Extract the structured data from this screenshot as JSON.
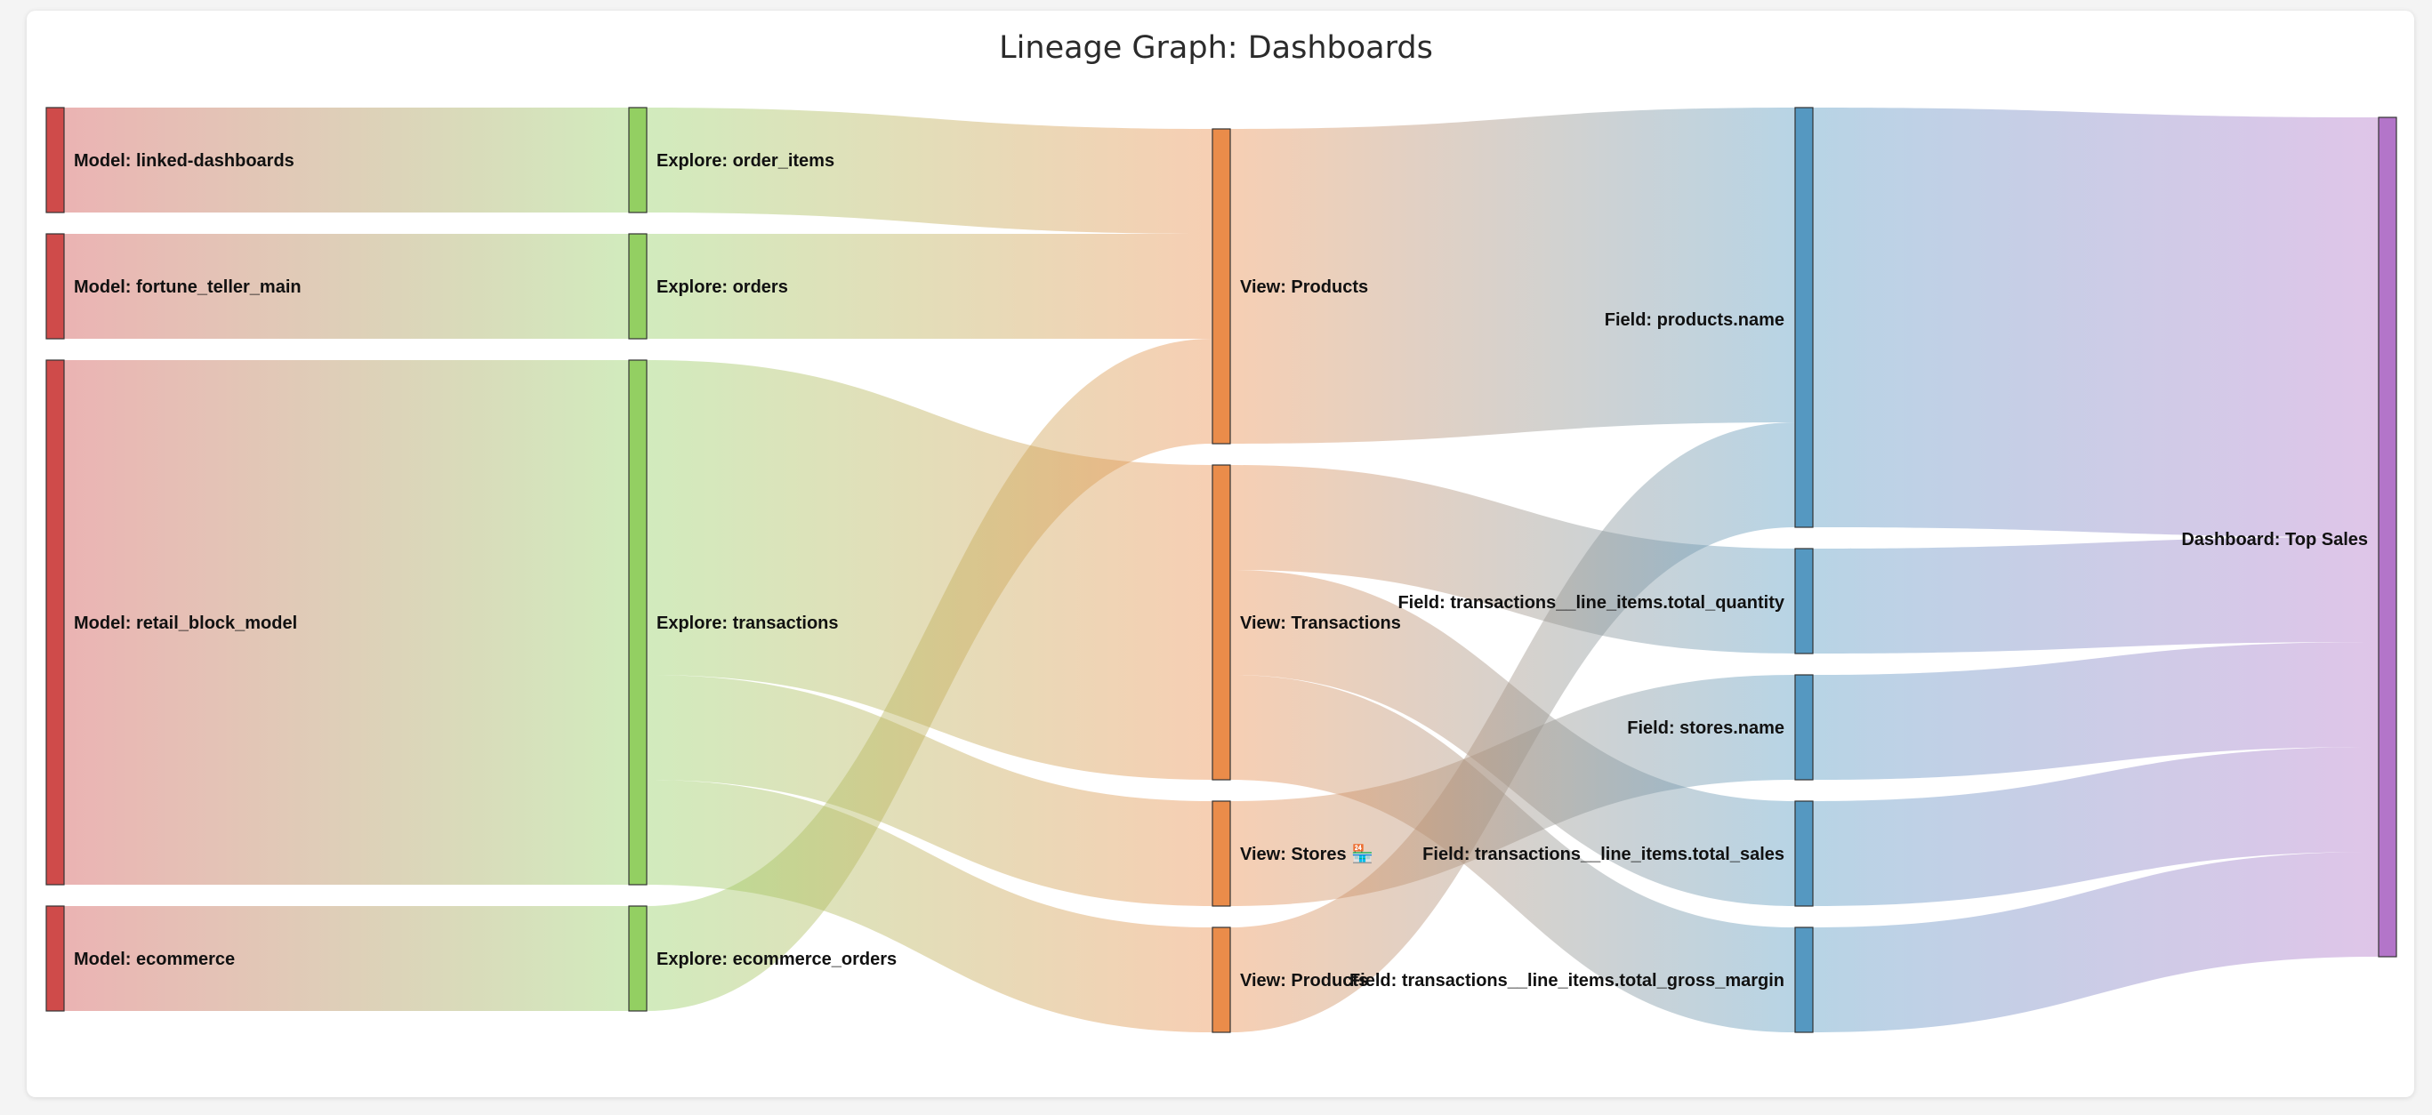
{
  "title": "Lineage Graph: Dashboards",
  "chart_data": {
    "type": "sankey",
    "columns": [
      {
        "color": "#cf4b4a",
        "nodes": [
          {
            "id": "m_linked",
            "label": "Model: linked-dashboards",
            "value": 1
          },
          {
            "id": "m_fortune",
            "label": "Model: fortune_teller_main",
            "value": 1
          },
          {
            "id": "m_retail",
            "label": "Model: retail_block_model",
            "value": 5
          },
          {
            "id": "m_ecom",
            "label": "Model: ecommerce",
            "value": 1
          }
        ]
      },
      {
        "color": "#93cf62",
        "nodes": [
          {
            "id": "e_order_items",
            "label": "Explore: order_items",
            "value": 1
          },
          {
            "id": "e_orders",
            "label": "Explore: orders",
            "value": 1
          },
          {
            "id": "e_trans",
            "label": "Explore: transactions",
            "value": 5
          },
          {
            "id": "e_ecom_orders",
            "label": "Explore: ecommerce_orders",
            "value": 1
          }
        ]
      },
      {
        "color": "#ea8c4a",
        "nodes": [
          {
            "id": "v_products",
            "label": "View: Products",
            "value": 3
          },
          {
            "id": "v_trans",
            "label": "View: Transactions",
            "value": 3
          },
          {
            "id": "v_stores",
            "label": "View: Stores 🏪",
            "value": 1
          },
          {
            "id": "v_products2",
            "label": "View: Products",
            "value": 1
          }
        ]
      },
      {
        "color": "#5598c1",
        "nodes": [
          {
            "id": "f_prod_name",
            "label": "Field: products.name",
            "value": 4
          },
          {
            "id": "f_qty",
            "label": "Field: transactions__line_items.total_quantity",
            "value": 1
          },
          {
            "id": "f_stores_name",
            "label": "Field: stores.name",
            "value": 1
          },
          {
            "id": "f_sales",
            "label": "Field: transactions__line_items.total_sales",
            "value": 1
          },
          {
            "id": "f_margin",
            "label": "Field: transactions__line_items.total_gross_margin",
            "value": 1
          }
        ]
      },
      {
        "color": "#b375c9",
        "nodes": [
          {
            "id": "d_top",
            "label": "Dashboard: Top Sales",
            "value": 8
          }
        ]
      }
    ],
    "links": [
      {
        "source": "m_linked",
        "target": "e_order_items",
        "value": 1
      },
      {
        "source": "m_fortune",
        "target": "e_orders",
        "value": 1
      },
      {
        "source": "m_retail",
        "target": "e_trans",
        "value": 5
      },
      {
        "source": "m_ecom",
        "target": "e_ecom_orders",
        "value": 1
      },
      {
        "source": "e_order_items",
        "target": "v_products",
        "value": 1
      },
      {
        "source": "e_orders",
        "target": "v_products",
        "value": 1
      },
      {
        "source": "e_trans",
        "target": "v_trans",
        "value": 3
      },
      {
        "source": "e_trans",
        "target": "v_stores",
        "value": 1
      },
      {
        "source": "e_trans",
        "target": "v_products2",
        "value": 1
      },
      {
        "source": "e_ecom_orders",
        "target": "v_products",
        "value": 1
      },
      {
        "source": "v_products",
        "target": "f_prod_name",
        "value": 3
      },
      {
        "source": "v_trans",
        "target": "f_qty",
        "value": 1
      },
      {
        "source": "v_trans",
        "target": "f_sales",
        "value": 1
      },
      {
        "source": "v_trans",
        "target": "f_margin",
        "value": 1
      },
      {
        "source": "v_stores",
        "target": "f_stores_name",
        "value": 1
      },
      {
        "source": "v_products2",
        "target": "f_prod_name",
        "value": 1
      },
      {
        "source": "f_prod_name",
        "target": "d_top",
        "value": 4
      },
      {
        "source": "f_qty",
        "target": "d_top",
        "value": 1
      },
      {
        "source": "f_stores_name",
        "target": "d_top",
        "value": 1
      },
      {
        "source": "f_sales",
        "target": "d_top",
        "value": 1
      },
      {
        "source": "f_margin",
        "target": "d_top",
        "value": 1
      }
    ]
  }
}
